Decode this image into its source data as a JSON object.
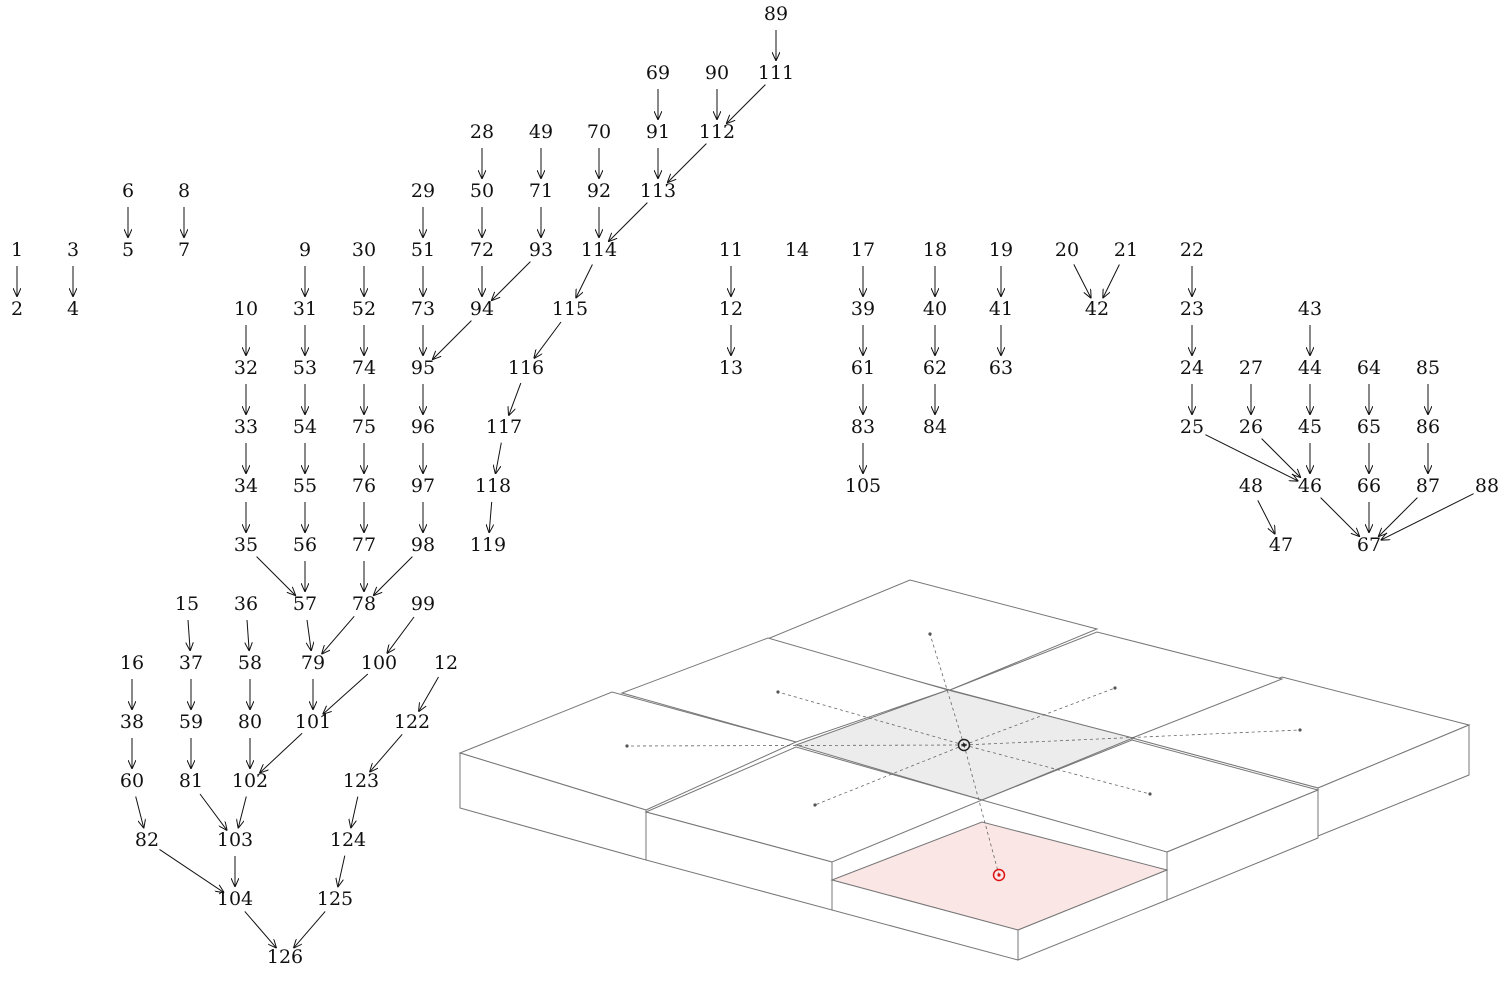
{
  "colors": {
    "ink": "#111111",
    "edge": "#777777",
    "selected_fill": "#ececec",
    "target_fill": "#fbe6e6",
    "target_marker": "#dd1111",
    "center_marker": "#222222"
  },
  "nodes": [
    {
      "id": "n1",
      "label": "1"
    },
    {
      "id": "n2",
      "label": "2"
    },
    {
      "id": "n3",
      "label": "3"
    },
    {
      "id": "n4",
      "label": "4"
    },
    {
      "id": "n5",
      "label": "5"
    },
    {
      "id": "n6",
      "label": "6"
    },
    {
      "id": "n7",
      "label": "7"
    },
    {
      "id": "n8",
      "label": "8"
    },
    {
      "id": "n9",
      "label": "9"
    },
    {
      "id": "n10",
      "label": "10"
    },
    {
      "id": "n11",
      "label": "11"
    },
    {
      "id": "n12",
      "label": "12"
    },
    {
      "id": "n13",
      "label": "13"
    },
    {
      "id": "n14",
      "label": "14"
    },
    {
      "id": "n15",
      "label": "15"
    },
    {
      "id": "n16",
      "label": "16"
    },
    {
      "id": "n17",
      "label": "17"
    },
    {
      "id": "n18",
      "label": "18"
    },
    {
      "id": "n19",
      "label": "19"
    },
    {
      "id": "n20",
      "label": "20"
    },
    {
      "id": "n21",
      "label": "21"
    },
    {
      "id": "n22",
      "label": "22"
    },
    {
      "id": "n23",
      "label": "23"
    },
    {
      "id": "n24",
      "label": "24"
    },
    {
      "id": "n25",
      "label": "25"
    },
    {
      "id": "n26",
      "label": "26"
    },
    {
      "id": "n27",
      "label": "27"
    },
    {
      "id": "n28",
      "label": "28"
    },
    {
      "id": "n29",
      "label": "29"
    },
    {
      "id": "n30",
      "label": "30"
    },
    {
      "id": "n31",
      "label": "31"
    },
    {
      "id": "n32",
      "label": "32"
    },
    {
      "id": "n33",
      "label": "33"
    },
    {
      "id": "n34",
      "label": "34"
    },
    {
      "id": "n35",
      "label": "35"
    },
    {
      "id": "n36",
      "label": "36"
    },
    {
      "id": "n37",
      "label": "37"
    },
    {
      "id": "n38",
      "label": "38"
    },
    {
      "id": "n39",
      "label": "39"
    },
    {
      "id": "n40",
      "label": "40"
    },
    {
      "id": "n41",
      "label": "41"
    },
    {
      "id": "n42",
      "label": "42"
    },
    {
      "id": "n43",
      "label": "43"
    },
    {
      "id": "n44",
      "label": "44"
    },
    {
      "id": "n45",
      "label": "45"
    },
    {
      "id": "n46",
      "label": "46"
    },
    {
      "id": "n47",
      "label": "47"
    },
    {
      "id": "n48",
      "label": "48"
    },
    {
      "id": "n49",
      "label": "49"
    },
    {
      "id": "n50",
      "label": "50"
    },
    {
      "id": "n51",
      "label": "51"
    },
    {
      "id": "n52",
      "label": "52"
    },
    {
      "id": "n53",
      "label": "53"
    },
    {
      "id": "n54",
      "label": "54"
    },
    {
      "id": "n55",
      "label": "55"
    },
    {
      "id": "n56",
      "label": "56"
    },
    {
      "id": "n57",
      "label": "57"
    },
    {
      "id": "n58",
      "label": "58"
    },
    {
      "id": "n59",
      "label": "59"
    },
    {
      "id": "n60",
      "label": "60"
    },
    {
      "id": "n61",
      "label": "61"
    },
    {
      "id": "n62",
      "label": "62"
    },
    {
      "id": "n63",
      "label": "63"
    },
    {
      "id": "n64",
      "label": "64"
    },
    {
      "id": "n65",
      "label": "65"
    },
    {
      "id": "n66",
      "label": "66"
    },
    {
      "id": "n67",
      "label": "67"
    },
    {
      "id": "n69",
      "label": "69"
    },
    {
      "id": "n70",
      "label": "70"
    },
    {
      "id": "n71",
      "label": "71"
    },
    {
      "id": "n72",
      "label": "72"
    },
    {
      "id": "n73",
      "label": "73"
    },
    {
      "id": "n74",
      "label": "74"
    },
    {
      "id": "n75",
      "label": "75"
    },
    {
      "id": "n76",
      "label": "76"
    },
    {
      "id": "n77",
      "label": "77"
    },
    {
      "id": "n78",
      "label": "78"
    },
    {
      "id": "n79",
      "label": "79"
    },
    {
      "id": "n80",
      "label": "80"
    },
    {
      "id": "n81",
      "label": "81"
    },
    {
      "id": "n82",
      "label": "82"
    },
    {
      "id": "n83",
      "label": "83"
    },
    {
      "id": "n84",
      "label": "84"
    },
    {
      "id": "n85",
      "label": "85"
    },
    {
      "id": "n86",
      "label": "86"
    },
    {
      "id": "n87",
      "label": "87"
    },
    {
      "id": "n88",
      "label": "88"
    },
    {
      "id": "n89",
      "label": "89"
    },
    {
      "id": "n90",
      "label": "90"
    },
    {
      "id": "n91",
      "label": "91"
    },
    {
      "id": "n92",
      "label": "92"
    },
    {
      "id": "n93",
      "label": "93"
    },
    {
      "id": "n94",
      "label": "94"
    },
    {
      "id": "n95",
      "label": "95"
    },
    {
      "id": "n96",
      "label": "96"
    },
    {
      "id": "n97",
      "label": "97"
    },
    {
      "id": "n98",
      "label": "98"
    },
    {
      "id": "n99",
      "label": "99"
    },
    {
      "id": "n100",
      "label": "100"
    },
    {
      "id": "n101",
      "label": "101"
    },
    {
      "id": "n102",
      "label": "102"
    },
    {
      "id": "n103",
      "label": "103"
    },
    {
      "id": "n104",
      "label": "104"
    },
    {
      "id": "n105",
      "label": "105"
    },
    {
      "id": "n111",
      "label": "111"
    },
    {
      "id": "n112",
      "label": "112"
    },
    {
      "id": "n113",
      "label": "113"
    },
    {
      "id": "n114",
      "label": "114"
    },
    {
      "id": "n115",
      "label": "115"
    },
    {
      "id": "n116",
      "label": "116"
    },
    {
      "id": "n117",
      "label": "117"
    },
    {
      "id": "n118",
      "label": "118"
    },
    {
      "id": "n119",
      "label": "119"
    },
    {
      "id": "n12x",
      "label": "12"
    },
    {
      "id": "n122",
      "label": "122"
    },
    {
      "id": "n123",
      "label": "123"
    },
    {
      "id": "n124",
      "label": "124"
    },
    {
      "id": "n125",
      "label": "125"
    },
    {
      "id": "n126",
      "label": "126"
    }
  ],
  "edges": [
    [
      "n1",
      "n2"
    ],
    [
      "n3",
      "n4"
    ],
    [
      "n6",
      "n5"
    ],
    [
      "n8",
      "n7"
    ],
    [
      "n89",
      "n111"
    ],
    [
      "n69",
      "n91"
    ],
    [
      "n90",
      "n112"
    ],
    [
      "n111",
      "n112"
    ],
    [
      "n28",
      "n50"
    ],
    [
      "n49",
      "n71"
    ],
    [
      "n70",
      "n92"
    ],
    [
      "n91",
      "n113"
    ],
    [
      "n112",
      "n113"
    ],
    [
      "n29",
      "n51"
    ],
    [
      "n50",
      "n72"
    ],
    [
      "n71",
      "n93"
    ],
    [
      "n92",
      "n114"
    ],
    [
      "n113",
      "n114"
    ],
    [
      "n9",
      "n31"
    ],
    [
      "n30",
      "n52"
    ],
    [
      "n51",
      "n73"
    ],
    [
      "n72",
      "n94"
    ],
    [
      "n93",
      "n94"
    ],
    [
      "n114",
      "n115"
    ],
    [
      "n10",
      "n32"
    ],
    [
      "n31",
      "n53"
    ],
    [
      "n52",
      "n74"
    ],
    [
      "n73",
      "n95"
    ],
    [
      "n94",
      "n95"
    ],
    [
      "n115",
      "n116"
    ],
    [
      "n32",
      "n33"
    ],
    [
      "n53",
      "n54"
    ],
    [
      "n74",
      "n75"
    ],
    [
      "n95",
      "n96"
    ],
    [
      "n116",
      "n117"
    ],
    [
      "n33",
      "n34"
    ],
    [
      "n54",
      "n55"
    ],
    [
      "n75",
      "n76"
    ],
    [
      "n96",
      "n97"
    ],
    [
      "n117",
      "n118"
    ],
    [
      "n34",
      "n35"
    ],
    [
      "n55",
      "n56"
    ],
    [
      "n76",
      "n77"
    ],
    [
      "n97",
      "n98"
    ],
    [
      "n118",
      "n119"
    ],
    [
      "n35",
      "n57"
    ],
    [
      "n56",
      "n57"
    ],
    [
      "n77",
      "n78"
    ],
    [
      "n98",
      "n78"
    ],
    [
      "n15",
      "n37"
    ],
    [
      "n36",
      "n58"
    ],
    [
      "n57",
      "n79"
    ],
    [
      "n78",
      "n79"
    ],
    [
      "n99",
      "n100"
    ],
    [
      "n16",
      "n38"
    ],
    [
      "n37",
      "n59"
    ],
    [
      "n58",
      "n80"
    ],
    [
      "n79",
      "n101"
    ],
    [
      "n100",
      "n101"
    ],
    [
      "n12x",
      "n122"
    ],
    [
      "n38",
      "n60"
    ],
    [
      "n59",
      "n81"
    ],
    [
      "n80",
      "n102"
    ],
    [
      "n101",
      "n102"
    ],
    [
      "n122",
      "n123"
    ],
    [
      "n60",
      "n82"
    ],
    [
      "n81",
      "n103"
    ],
    [
      "n102",
      "n103"
    ],
    [
      "n123",
      "n124"
    ],
    [
      "n82",
      "n104"
    ],
    [
      "n103",
      "n104"
    ],
    [
      "n124",
      "n125"
    ],
    [
      "n104",
      "n126"
    ],
    [
      "n125",
      "n126"
    ],
    [
      "n11",
      "n12"
    ],
    [
      "n12",
      "n13"
    ],
    [
      "n17",
      "n39"
    ],
    [
      "n39",
      "n61"
    ],
    [
      "n61",
      "n83"
    ],
    [
      "n83",
      "n105"
    ],
    [
      "n18",
      "n40"
    ],
    [
      "n40",
      "n62"
    ],
    [
      "n62",
      "n84"
    ],
    [
      "n19",
      "n41"
    ],
    [
      "n41",
      "n63"
    ],
    [
      "n20",
      "n42"
    ],
    [
      "n21",
      "n42"
    ],
    [
      "n22",
      "n23"
    ],
    [
      "n23",
      "n24"
    ],
    [
      "n24",
      "n25"
    ],
    [
      "n43",
      "n44"
    ],
    [
      "n44",
      "n45"
    ],
    [
      "n45",
      "n46"
    ],
    [
      "n27",
      "n26"
    ],
    [
      "n25",
      "n46"
    ],
    [
      "n26",
      "n46"
    ],
    [
      "n48",
      "n47"
    ],
    [
      "n46",
      "n67"
    ],
    [
      "n64",
      "n65"
    ],
    [
      "n65",
      "n66"
    ],
    [
      "n66",
      "n67"
    ],
    [
      "n85",
      "n86"
    ],
    [
      "n86",
      "n87"
    ],
    [
      "n87",
      "n67"
    ],
    [
      "n88",
      "n67"
    ]
  ],
  "isometric_grid": {
    "tiles": 9,
    "selected_tile": "center",
    "target_tile": "front"
  }
}
